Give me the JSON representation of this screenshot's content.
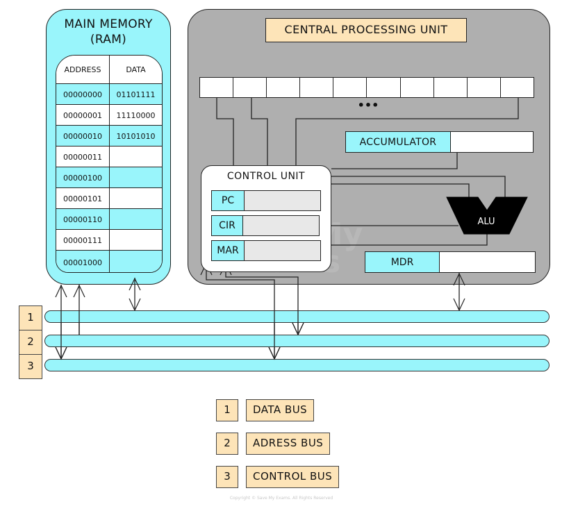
{
  "memory": {
    "title_line1": "MAIN MEMORY",
    "title_line2": "(RAM)",
    "columns": [
      "ADDRESS",
      "DATA"
    ],
    "rows": [
      {
        "address": "00000000",
        "data": "01101111"
      },
      {
        "address": "00000001",
        "data": "11110000"
      },
      {
        "address": "00000010",
        "data": "10101010"
      },
      {
        "address": "00000011",
        "data": ""
      },
      {
        "address": "00000100",
        "data": ""
      },
      {
        "address": "00000101",
        "data": ""
      },
      {
        "address": "00000110",
        "data": ""
      },
      {
        "address": "00000111",
        "data": ""
      },
      {
        "address": "00001000",
        "data": ""
      }
    ]
  },
  "cpu": {
    "title": "CENTRAL PROCESSING UNIT",
    "register_row_ellipsis": "•••",
    "accumulator": {
      "label": "ACCUMULATOR",
      "value": ""
    },
    "mdr": {
      "label": "MDR",
      "value": ""
    },
    "alu": {
      "label": "ALU"
    },
    "control_unit": {
      "title": "CONTROL UNIT",
      "registers": [
        {
          "label": "PC",
          "value": ""
        },
        {
          "label": "CIR",
          "value": ""
        },
        {
          "label": "MAR",
          "value": ""
        }
      ]
    }
  },
  "buses": [
    {
      "number": "1",
      "name": "DATA BUS"
    },
    {
      "number": "2",
      "name": "ADRESS BUS"
    },
    {
      "number": "3",
      "name": "CONTROL BUS"
    }
  ],
  "watermark": {
    "line1": "SaveMy",
    "line2": "Exams"
  },
  "copyright": "Copyright © Save My Exams. All Rights Reserved",
  "colors": {
    "ram_fill": "#99f5fb",
    "cpu_fill": "#afafaf",
    "label_fill": "#fde4b8",
    "cu_register_fill": "#e8e8e8",
    "alu_fill": "#000000"
  }
}
